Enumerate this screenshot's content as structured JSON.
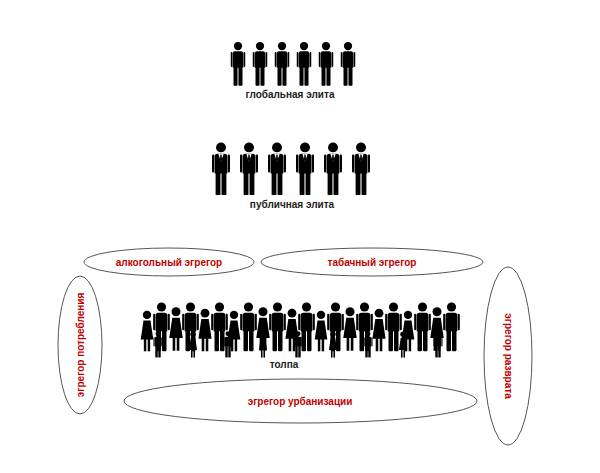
{
  "diagram": {
    "nodes": [
      {
        "text": [
          "алкогольный эгрегор"
        ]
      },
      {
        "text": [
          "табачный эгрегор"
        ]
      },
      {
        "text": [
          "эгрегор потребления"
        ]
      },
      {
        "text": [
          "эгрегор разврата"
        ]
      },
      {
        "text": [
          "эгрегор урбанизации"
        ]
      }
    ],
    "labels": [
      "глобальная элита",
      "публичная элита",
      "толпа"
    ]
  }
}
